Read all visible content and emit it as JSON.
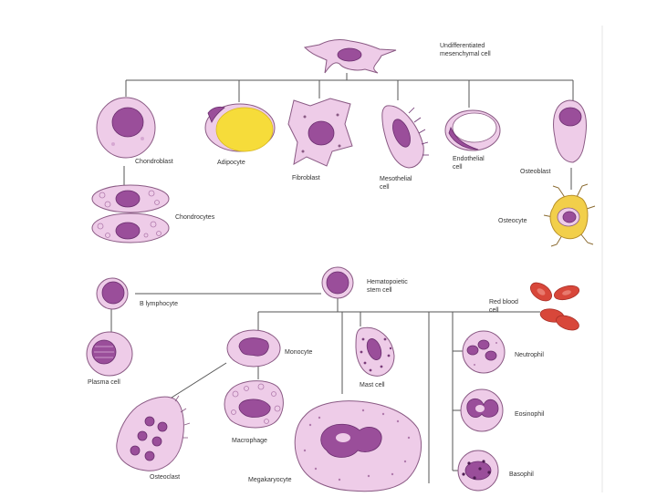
{
  "labels": {
    "mesenchymal_line1": "Undifferentiated",
    "mesenchymal_line2": "mesenchymal cell",
    "chondroblast": "Chondroblast",
    "adipocyte": "Adipocyte",
    "fibroblast": "Fibroblast",
    "mesothelial_line1": "Mesothelial",
    "mesothelial_line2": "cell",
    "endothelial_line1": "Endothelial",
    "endothelial_line2": "cell",
    "osteoblast": "Osteoblast",
    "chondrocytes": "Chondrocytes",
    "osteocyte": "Osteocyte",
    "hematopoietic_line1": "Hematopoietic",
    "hematopoietic_line2": "stem cell",
    "b_lymphocyte": "B lymphocyte",
    "red_blood_line1": "Red blood",
    "red_blood_line2": "cell",
    "plasma_cell": "Plasma cell",
    "monocyte": "Monocyte",
    "mast_cell": "Mast cell",
    "neutrophil": "Neutrophil",
    "macrophage": "Macrophage",
    "eosinophil": "Eosinophil",
    "osteoclast": "Osteoclast",
    "megakaryocyte": "Megakaryocyte",
    "basophil": "Basophil"
  },
  "colors": {
    "cytoplasm": "#eecce8",
    "cell_outline": "#8a5a84",
    "nucleus": "#9a4e9a",
    "nucleus_dark": "#6a2e6e",
    "fat_droplet": "#f6dc3a",
    "osteocyte_matrix": "#f2cf4a",
    "red_blood_cell": "#d8473a",
    "line": "#555555"
  }
}
